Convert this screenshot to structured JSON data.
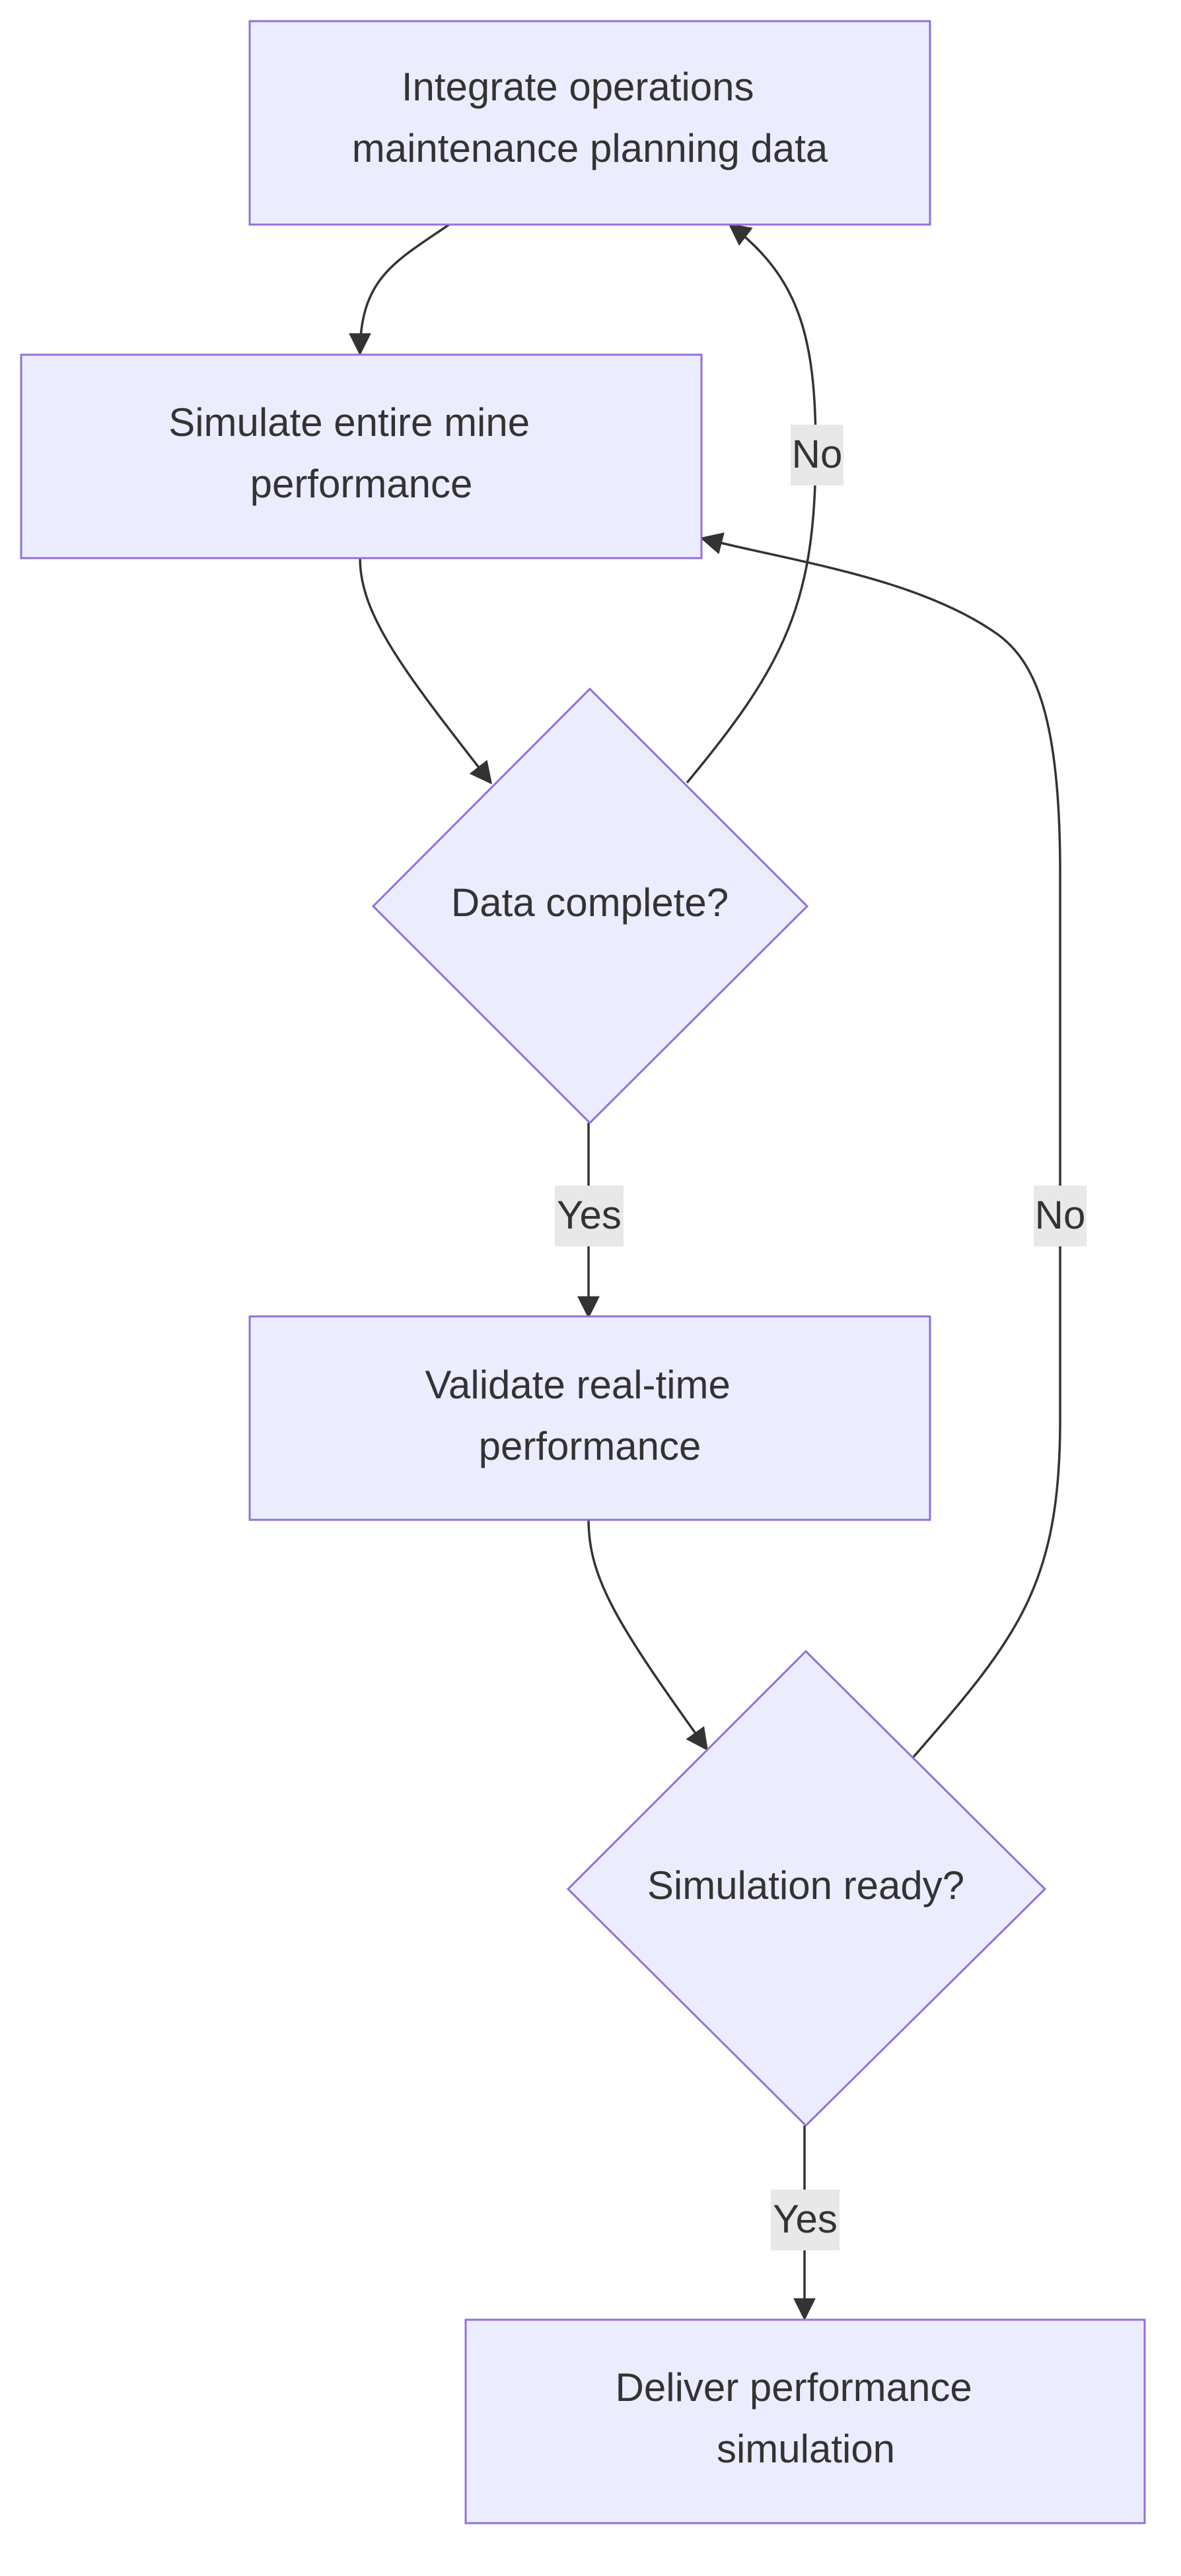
{
  "diagram": {
    "type": "flowchart",
    "colors": {
      "node_fill": "#ececff",
      "node_stroke": "#9370db",
      "edge": "#333333",
      "label_bg": "#e8e8e8",
      "text": "#333333"
    },
    "nodes": {
      "integrate": {
        "shape": "rect",
        "lines": [
          "Integrate operations",
          "maintenance planning data"
        ]
      },
      "simulate": {
        "shape": "rect",
        "lines": [
          "Simulate entire mine",
          "performance"
        ]
      },
      "data_complete": {
        "shape": "diamond",
        "lines": [
          "Data complete?"
        ]
      },
      "validate": {
        "shape": "rect",
        "lines": [
          "Validate real-time",
          "performance"
        ]
      },
      "simulation_ready": {
        "shape": "diamond",
        "lines": [
          "Simulation ready?"
        ]
      },
      "deliver": {
        "shape": "rect",
        "lines": [
          "Deliver performance",
          "simulation"
        ]
      }
    },
    "edges": [
      {
        "from": "integrate",
        "to": "simulate",
        "label": ""
      },
      {
        "from": "simulate",
        "to": "data_complete",
        "label": ""
      },
      {
        "from": "data_complete",
        "to": "integrate",
        "label": "No"
      },
      {
        "from": "data_complete",
        "to": "validate",
        "label": "Yes"
      },
      {
        "from": "validate",
        "to": "simulation_ready",
        "label": ""
      },
      {
        "from": "simulation_ready",
        "to": "simulate",
        "label": "No"
      },
      {
        "from": "simulation_ready",
        "to": "deliver",
        "label": "Yes"
      }
    ]
  }
}
